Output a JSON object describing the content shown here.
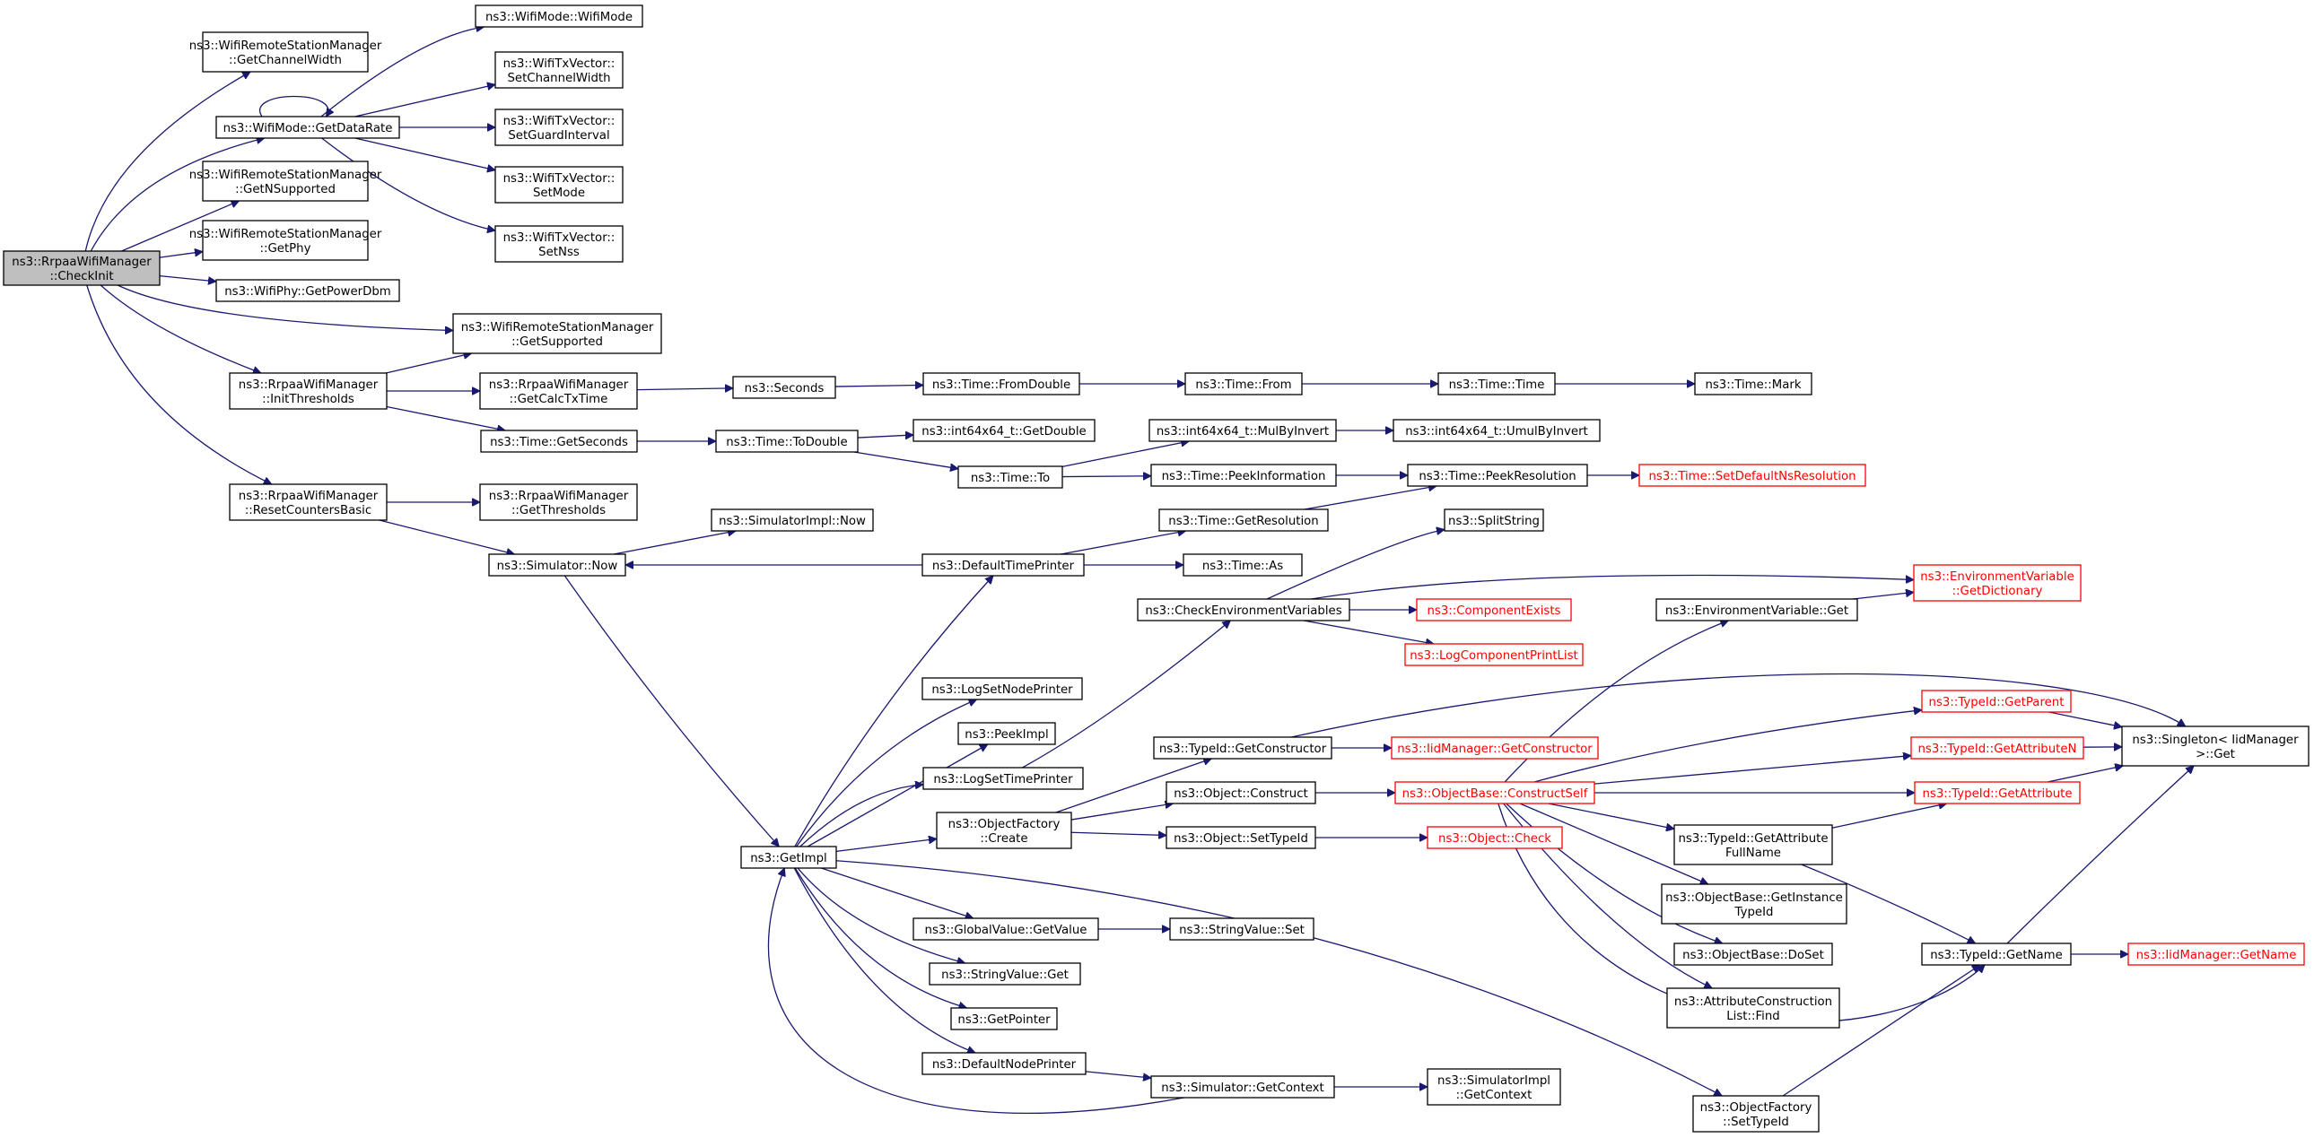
{
  "colors": {
    "edge": "#191970",
    "node_border": "#000000",
    "incomplete_border": "#ff0000",
    "root_fill": "#bfbfbf"
  },
  "nodes": [
    {
      "id": "n0",
      "lines": [
        "ns3::RrpaaWifiManager",
        "::CheckInit"
      ],
      "style": "root"
    },
    {
      "id": "n1",
      "lines": [
        "ns3::WifiRemoteStationManager",
        "::GetChannelWidth"
      ]
    },
    {
      "id": "n2",
      "lines": [
        "ns3::WifiMode::GetDataRate"
      ]
    },
    {
      "id": "n3",
      "lines": [
        "ns3::WifiRemoteStationManager",
        "::GetNSupported"
      ]
    },
    {
      "id": "n4",
      "lines": [
        "ns3::WifiRemoteStationManager",
        "::GetPhy"
      ]
    },
    {
      "id": "n5",
      "lines": [
        "ns3::WifiPhy::GetPowerDbm"
      ]
    },
    {
      "id": "n6",
      "lines": [
        "ns3::WifiRemoteStationManager",
        "::GetSupported"
      ]
    },
    {
      "id": "n7",
      "lines": [
        "ns3::RrpaaWifiManager",
        "::InitThresholds"
      ]
    },
    {
      "id": "n8",
      "lines": [
        "ns3::RrpaaWifiManager",
        "::ResetCountersBasic"
      ]
    },
    {
      "id": "n9",
      "lines": [
        "ns3::WifiMode::WifiMode"
      ]
    },
    {
      "id": "n10",
      "lines": [
        "ns3::WifiTxVector::",
        "SetChannelWidth"
      ]
    },
    {
      "id": "n11",
      "lines": [
        "ns3::WifiTxVector::",
        "SetGuardInterval"
      ]
    },
    {
      "id": "n12",
      "lines": [
        "ns3::WifiTxVector::",
        "SetMode"
      ]
    },
    {
      "id": "n13",
      "lines": [
        "ns3::WifiTxVector::",
        "SetNss"
      ]
    },
    {
      "id": "n14",
      "lines": [
        "ns3::RrpaaWifiManager",
        "::GetCalcTxTime"
      ]
    },
    {
      "id": "n15",
      "lines": [
        "ns3::Time::GetSeconds"
      ]
    },
    {
      "id": "n16",
      "lines": [
        "ns3::Seconds"
      ]
    },
    {
      "id": "n17",
      "lines": [
        "ns3::Time::FromDouble"
      ]
    },
    {
      "id": "n18",
      "lines": [
        "ns3::Time::From"
      ]
    },
    {
      "id": "n19",
      "lines": [
        "ns3::Time::Time"
      ]
    },
    {
      "id": "n20",
      "lines": [
        "ns3::Time::Mark"
      ]
    },
    {
      "id": "n21",
      "lines": [
        "ns3::Time::ToDouble"
      ]
    },
    {
      "id": "n22",
      "lines": [
        "ns3::int64x64_t::GetDouble"
      ]
    },
    {
      "id": "n23",
      "lines": [
        "ns3::Time::To"
      ]
    },
    {
      "id": "n24",
      "lines": [
        "ns3::int64x64_t::MulByInvert"
      ]
    },
    {
      "id": "n25",
      "lines": [
        "ns3::int64x64_t::UmulByInvert"
      ]
    },
    {
      "id": "n26",
      "lines": [
        "ns3::Time::PeekInformation"
      ]
    },
    {
      "id": "n27",
      "lines": [
        "ns3::Time::PeekResolution"
      ]
    },
    {
      "id": "n28",
      "lines": [
        "ns3::Time::SetDefaultNsResolution"
      ],
      "style": "red"
    },
    {
      "id": "n29",
      "lines": [
        "ns3::RrpaaWifiManager",
        "::GetThresholds"
      ]
    },
    {
      "id": "n30",
      "lines": [
        "ns3::Simulator::Now"
      ]
    },
    {
      "id": "n31",
      "lines": [
        "ns3::SimulatorImpl::Now"
      ]
    },
    {
      "id": "n32",
      "lines": [
        "ns3::DefaultTimePrinter"
      ]
    },
    {
      "id": "n33",
      "lines": [
        "ns3::Time::GetResolution"
      ]
    },
    {
      "id": "n34",
      "lines": [
        "ns3::Time::As"
      ]
    },
    {
      "id": "n35",
      "lines": [
        "ns3::GetImpl"
      ]
    },
    {
      "id": "n36",
      "lines": [
        "ns3::LogSetNodePrinter"
      ]
    },
    {
      "id": "n37",
      "lines": [
        "ns3::PeekImpl"
      ]
    },
    {
      "id": "n38",
      "lines": [
        "ns3::LogSetTimePrinter"
      ]
    },
    {
      "id": "n39",
      "lines": [
        "ns3::ObjectFactory",
        "::Create"
      ]
    },
    {
      "id": "n40",
      "lines": [
        "ns3::GlobalValue::GetValue"
      ]
    },
    {
      "id": "n41",
      "lines": [
        "ns3::StringValue::Get"
      ]
    },
    {
      "id": "n42",
      "lines": [
        "ns3::GetPointer"
      ]
    },
    {
      "id": "n43",
      "lines": [
        "ns3::DefaultNodePrinter"
      ]
    },
    {
      "id": "n44",
      "lines": [
        "ns3::Simulator::GetContext"
      ]
    },
    {
      "id": "n45",
      "lines": [
        "ns3::SimulatorImpl",
        "::GetContext"
      ]
    },
    {
      "id": "n46",
      "lines": [
        "ns3::ObjectFactory",
        "::SetTypeId"
      ]
    },
    {
      "id": "n47",
      "lines": [
        "ns3::SplitString"
      ]
    },
    {
      "id": "n48",
      "lines": [
        "ns3::CheckEnvironmentVariables"
      ]
    },
    {
      "id": "n49",
      "lines": [
        "ns3::ComponentExists"
      ],
      "style": "red"
    },
    {
      "id": "n50",
      "lines": [
        "ns3::LogComponentPrintList"
      ],
      "style": "red"
    },
    {
      "id": "n51",
      "lines": [
        "ns3::EnvironmentVariable",
        "::GetDictionary"
      ],
      "style": "red"
    },
    {
      "id": "n52",
      "lines": [
        "ns3::EnvironmentVariable::Get"
      ]
    },
    {
      "id": "n53",
      "lines": [
        "ns3::TypeId::GetConstructor"
      ]
    },
    {
      "id": "n54",
      "lines": [
        "ns3::IidManager::GetConstructor"
      ],
      "style": "red"
    },
    {
      "id": "n55",
      "lines": [
        "ns3::Object::Construct"
      ]
    },
    {
      "id": "n56",
      "lines": [
        "ns3::ObjectBase::ConstructSelf"
      ],
      "style": "red"
    },
    {
      "id": "n57",
      "lines": [
        "ns3::Object::SetTypeId"
      ]
    },
    {
      "id": "n58",
      "lines": [
        "ns3::Object::Check"
      ],
      "style": "red"
    },
    {
      "id": "n59",
      "lines": [
        "ns3::StringValue::Set"
      ]
    },
    {
      "id": "n60",
      "lines": [
        "ns3::TypeId::GetParent"
      ],
      "style": "red"
    },
    {
      "id": "n61",
      "lines": [
        "ns3::TypeId::GetAttributeN"
      ],
      "style": "red"
    },
    {
      "id": "n62",
      "lines": [
        "ns3::TypeId::GetAttribute"
      ],
      "style": "red"
    },
    {
      "id": "n63",
      "lines": [
        "ns3::Singleton< IidManager",
        ">::Get"
      ]
    },
    {
      "id": "n64",
      "lines": [
        "ns3::TypeId::GetAttribute",
        "FullName"
      ]
    },
    {
      "id": "n65",
      "lines": [
        "ns3::ObjectBase::GetInstance",
        "TypeId"
      ]
    },
    {
      "id": "n66",
      "lines": [
        "ns3::ObjectBase::DoSet"
      ]
    },
    {
      "id": "n67",
      "lines": [
        "ns3::AttributeConstruction",
        "List::Find"
      ]
    },
    {
      "id": "n68",
      "lines": [
        "ns3::TypeId::GetName"
      ]
    },
    {
      "id": "n69",
      "lines": [
        "ns3::IidManager::GetName"
      ],
      "style": "red"
    }
  ],
  "edges": [
    [
      "n0",
      "n1"
    ],
    [
      "n0",
      "n2"
    ],
    [
      "n0",
      "n3"
    ],
    [
      "n0",
      "n4"
    ],
    [
      "n0",
      "n5"
    ],
    [
      "n0",
      "n6"
    ],
    [
      "n0",
      "n7"
    ],
    [
      "n0",
      "n8"
    ],
    [
      "n2",
      "n2"
    ],
    [
      "n2",
      "n9"
    ],
    [
      "n2",
      "n10"
    ],
    [
      "n2",
      "n11"
    ],
    [
      "n2",
      "n12"
    ],
    [
      "n2",
      "n13"
    ],
    [
      "n7",
      "n6"
    ],
    [
      "n7",
      "n14"
    ],
    [
      "n7",
      "n15"
    ],
    [
      "n14",
      "n16"
    ],
    [
      "n16",
      "n17"
    ],
    [
      "n17",
      "n18"
    ],
    [
      "n18",
      "n19"
    ],
    [
      "n19",
      "n20"
    ],
    [
      "n15",
      "n21"
    ],
    [
      "n21",
      "n22"
    ],
    [
      "n21",
      "n23"
    ],
    [
      "n23",
      "n24"
    ],
    [
      "n24",
      "n25"
    ],
    [
      "n23",
      "n26"
    ],
    [
      "n26",
      "n27"
    ],
    [
      "n27",
      "n28"
    ],
    [
      "n8",
      "n29"
    ],
    [
      "n8",
      "n30"
    ],
    [
      "n30",
      "n31"
    ],
    [
      "n30",
      "n35"
    ],
    [
      "n32",
      "n30"
    ],
    [
      "n32",
      "n33"
    ],
    [
      "n32",
      "n34"
    ],
    [
      "n33",
      "n27"
    ],
    [
      "n35",
      "n32"
    ],
    [
      "n35",
      "n36"
    ],
    [
      "n35",
      "n37"
    ],
    [
      "n35",
      "n38"
    ],
    [
      "n35",
      "n39"
    ],
    [
      "n35",
      "n40"
    ],
    [
      "n35",
      "n41"
    ],
    [
      "n35",
      "n42"
    ],
    [
      "n35",
      "n43"
    ],
    [
      "n35",
      "n46"
    ],
    [
      "n38",
      "n48"
    ],
    [
      "n43",
      "n44"
    ],
    [
      "n44",
      "n35"
    ],
    [
      "n44",
      "n45"
    ],
    [
      "n48",
      "n47"
    ],
    [
      "n48",
      "n51"
    ],
    [
      "n48",
      "n49"
    ],
    [
      "n48",
      "n50"
    ],
    [
      "n52",
      "n51"
    ],
    [
      "n39",
      "n53"
    ],
    [
      "n39",
      "n55"
    ],
    [
      "n39",
      "n57"
    ],
    [
      "n53",
      "n54"
    ],
    [
      "n53",
      "n63"
    ],
    [
      "n55",
      "n56"
    ],
    [
      "n57",
      "n58"
    ],
    [
      "n40",
      "n59"
    ],
    [
      "n56",
      "n52"
    ],
    [
      "n56",
      "n60"
    ],
    [
      "n56",
      "n61"
    ],
    [
      "n56",
      "n62"
    ],
    [
      "n56",
      "n64"
    ],
    [
      "n56",
      "n65"
    ],
    [
      "n56",
      "n66"
    ],
    [
      "n56",
      "n67"
    ],
    [
      "n56",
      "n68"
    ],
    [
      "n60",
      "n63"
    ],
    [
      "n61",
      "n63"
    ],
    [
      "n62",
      "n63"
    ],
    [
      "n64",
      "n62"
    ],
    [
      "n64",
      "n68"
    ],
    [
      "n68",
      "n63"
    ],
    [
      "n68",
      "n69"
    ],
    [
      "n46",
      "n68"
    ]
  ]
}
